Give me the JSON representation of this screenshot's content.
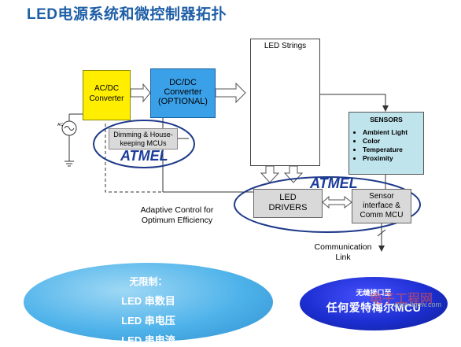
{
  "title": "LED电源系统和微控制器拓扑",
  "blocks": {
    "acdc": "AC/DC Converter",
    "dcdc": [
      "DC/DC",
      "Converter",
      "(OPTIONAL)"
    ],
    "dimming": [
      "Dimming & House-",
      "keeping MCUs"
    ],
    "led_strings": "LED Strings",
    "sensors_title": "SENSORS",
    "sensors_items": [
      "Ambient Light",
      "Color",
      "Temperature",
      "Proximity"
    ],
    "led_drivers": [
      "LED",
      "DRIVERS"
    ],
    "sensor_interface": [
      "Sensor",
      "interface &",
      "Comm MCU"
    ],
    "ac_label": "AC"
  },
  "labels": {
    "adaptive": [
      "Adaptive Control for",
      "Optimum Efficiency"
    ],
    "comm_link": [
      "Communication",
      "Link"
    ]
  },
  "logos": {
    "atmel": "ATMEL"
  },
  "callouts": {
    "nolimit_title": "无限制：",
    "nolimit_lines": [
      "LED 串数目",
      "LED 串电压",
      "LED 串电流"
    ],
    "seamless_small": "无缝接口至",
    "seamless_big": "任何爱特梅尔MCU"
  },
  "watermark": {
    "text": "www.liqew.com",
    "cn": "电子工程网"
  },
  "colors": {
    "acdc": "#ffee00",
    "dcdc": "#3aa0e8",
    "sensors": "#bfe4ec",
    "gray_box": "#d9d9d9",
    "ellipse": "#1f3a8a",
    "title": "#1f5fa6"
  }
}
